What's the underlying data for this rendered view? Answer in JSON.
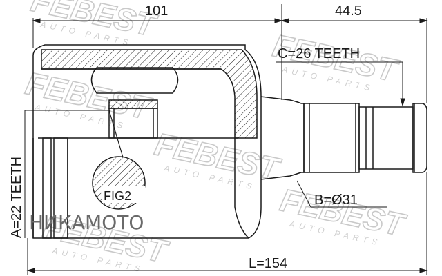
{
  "dimensions": {
    "overall_width": "101",
    "shaft_length": "44.5",
    "outer_teeth": "C=26 TEETH",
    "inner_teeth": "A=22 TEETH",
    "shaft_diameter": "B=Ø31",
    "total_length": "L=154"
  },
  "figure_label": "FIG2",
  "watermark": {
    "brand": "FEBEST",
    "tagline": "AUTO PARTS"
  },
  "seller_stamp": "НИКАМОТО",
  "colors": {
    "line": "#1a1a1a",
    "watermark": "#c9c9c9",
    "stamp": "#6a6a6a"
  }
}
